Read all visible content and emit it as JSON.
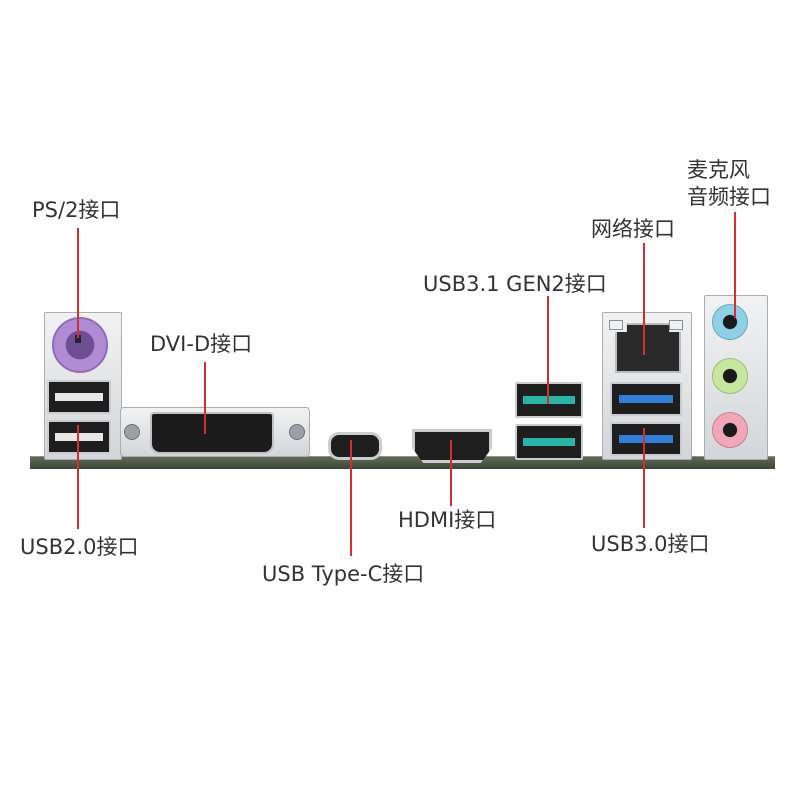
{
  "labels": {
    "ps2": "PS/2接口",
    "dvi": "DVI-D接口",
    "usb31": "USB3.1 GEN2接口",
    "network": "网络接口",
    "audio_line1": "麦克风",
    "audio_line2": "音频接口",
    "usb20": "USB2.0接口",
    "typec": "USB Type-C接口",
    "hdmi": "HDMI接口",
    "usb30": "USB3.0接口"
  },
  "colors": {
    "callout": "#d32f2f",
    "ps2_port": "#b28bd6",
    "usb31_tongue": "#2bb3a6",
    "usb30_tongue": "#2f7fd8",
    "audio_blue": "#8fd0e6",
    "audio_green": "#c7e7a0",
    "audio_pink": "#f0a7b8"
  }
}
